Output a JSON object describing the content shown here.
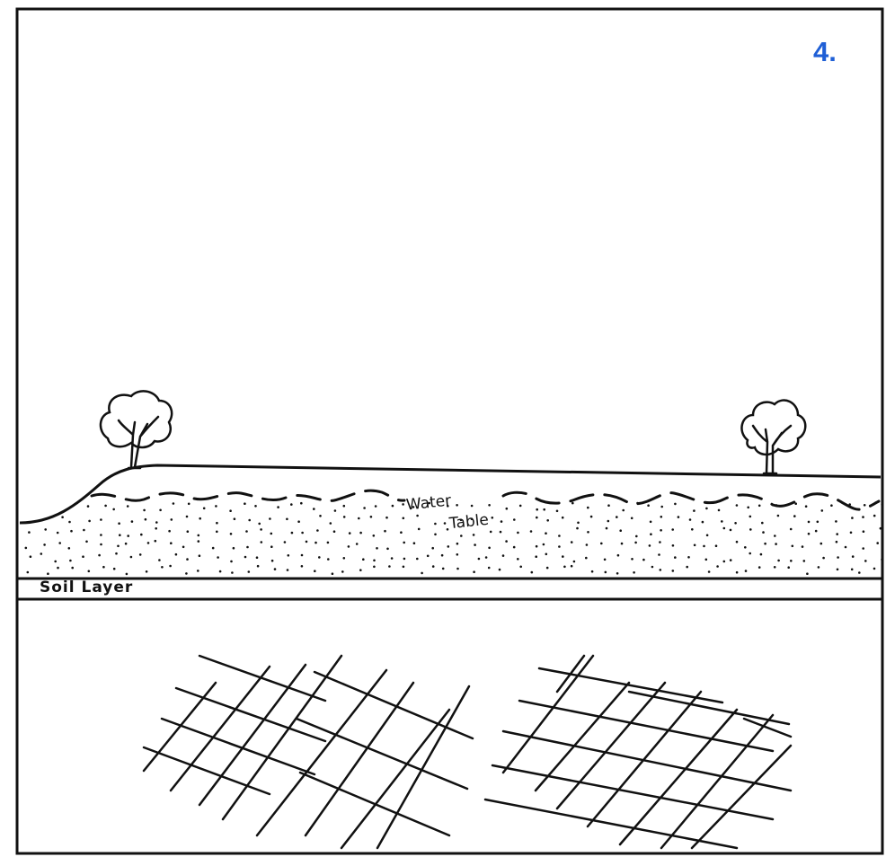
{
  "figure": {
    "number": "4."
  },
  "labels": {
    "water_table_line1": "Water",
    "water_table_line2": "Table",
    "soil_layer": "Soil Layer"
  },
  "colors": {
    "ink": "#111111",
    "figure_number": "#1f5fd6",
    "background": "#ffffff"
  }
}
